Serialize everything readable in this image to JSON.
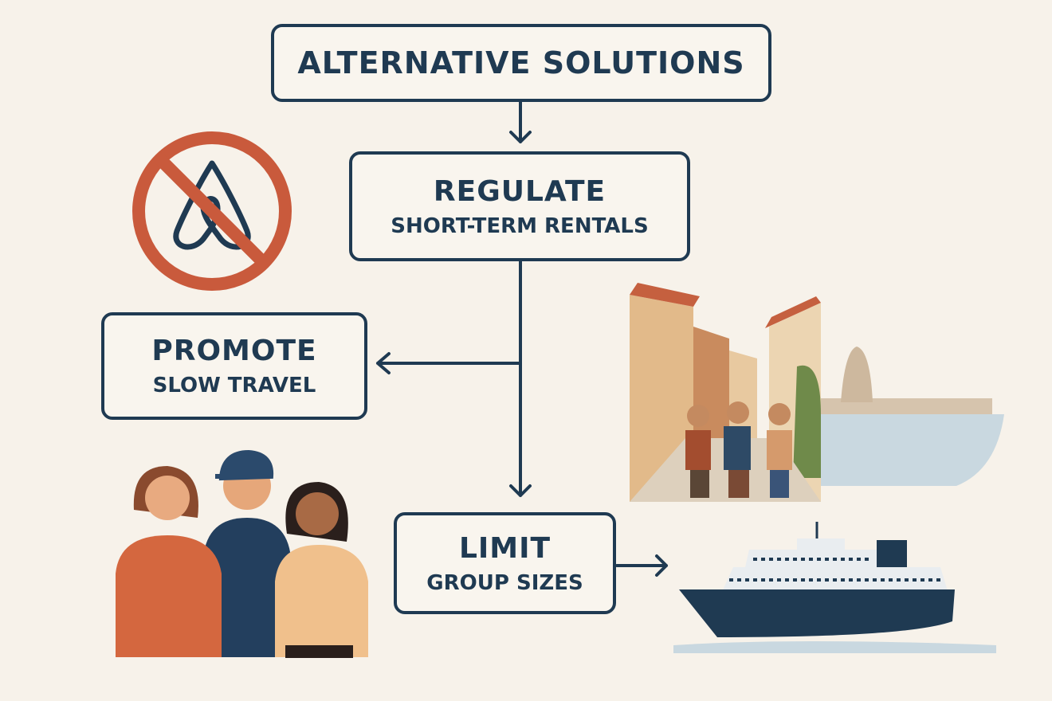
{
  "title": "ALTERNATIVE SOLUTIONS",
  "nodes": [
    {
      "title": "REGULATE",
      "subtitle": "SHORT-TERM RENTALS"
    },
    {
      "title": "PROMOTE",
      "subtitle": "SLOW TRAVEL"
    },
    {
      "title": "LIMIT",
      "subtitle": "GROUP SIZES"
    }
  ],
  "colors": {
    "navy": "#1f3a52",
    "red": "#c95a3c",
    "background": "#f7f2ea"
  },
  "icons": [
    "no-airbnb-icon",
    "tourists-group-illustration",
    "old-town-street-illustration",
    "cruise-ship-illustration"
  ]
}
